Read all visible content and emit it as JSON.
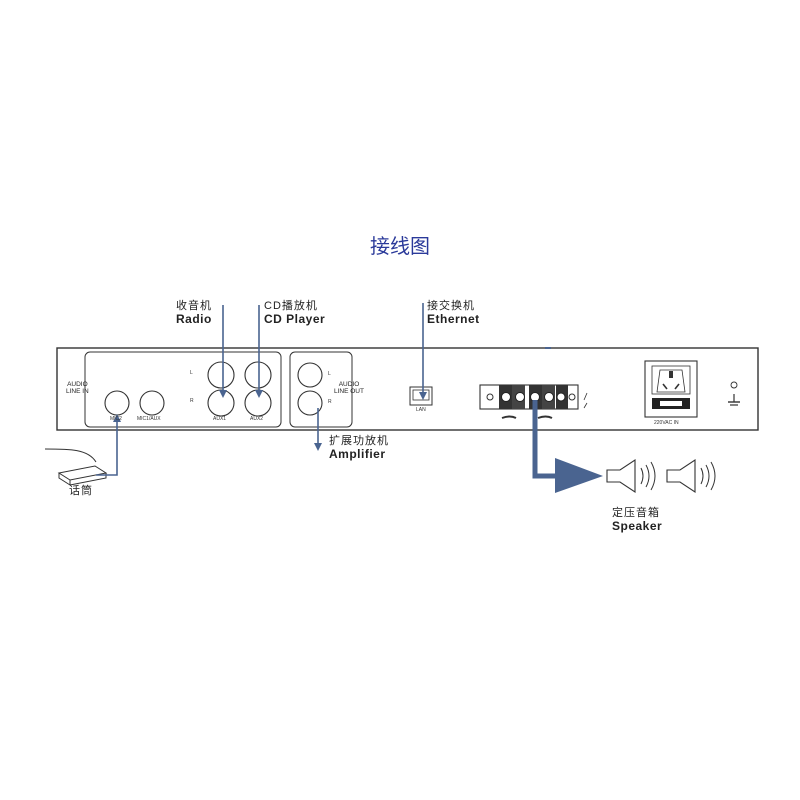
{
  "title": "接线图",
  "sources": {
    "radio": {
      "cn": "收音机",
      "en": "Radio"
    },
    "cd_player": {
      "cn": "CD播放机",
      "en": "CD Player"
    },
    "switch": {
      "cn": "接交换机",
      "en": "Ethernet"
    },
    "amplifier": {
      "cn": "扩展功放机",
      "en": "Amplifier"
    },
    "speaker": {
      "cn": "定压音箱",
      "en": "Speaker"
    },
    "microphone": {
      "cn": "话筒"
    }
  },
  "panel": {
    "audio_line_in": "AUDIO\nLINE IN",
    "audio_line_out": "AUDIO\nLINE OUT",
    "mic2": "MIC2",
    "mic1_aux": "MIC1/AUX",
    "aux1": "AUX1",
    "aux2": "AUX2",
    "ch_left": "L",
    "ch_right": "R",
    "out_left": "L",
    "out_right": "R",
    "lan": "LAN",
    "power": "220VAC IN"
  },
  "colors": {
    "arrow": "#4a6490",
    "line": "#333333",
    "title": "#2b3a9a"
  }
}
